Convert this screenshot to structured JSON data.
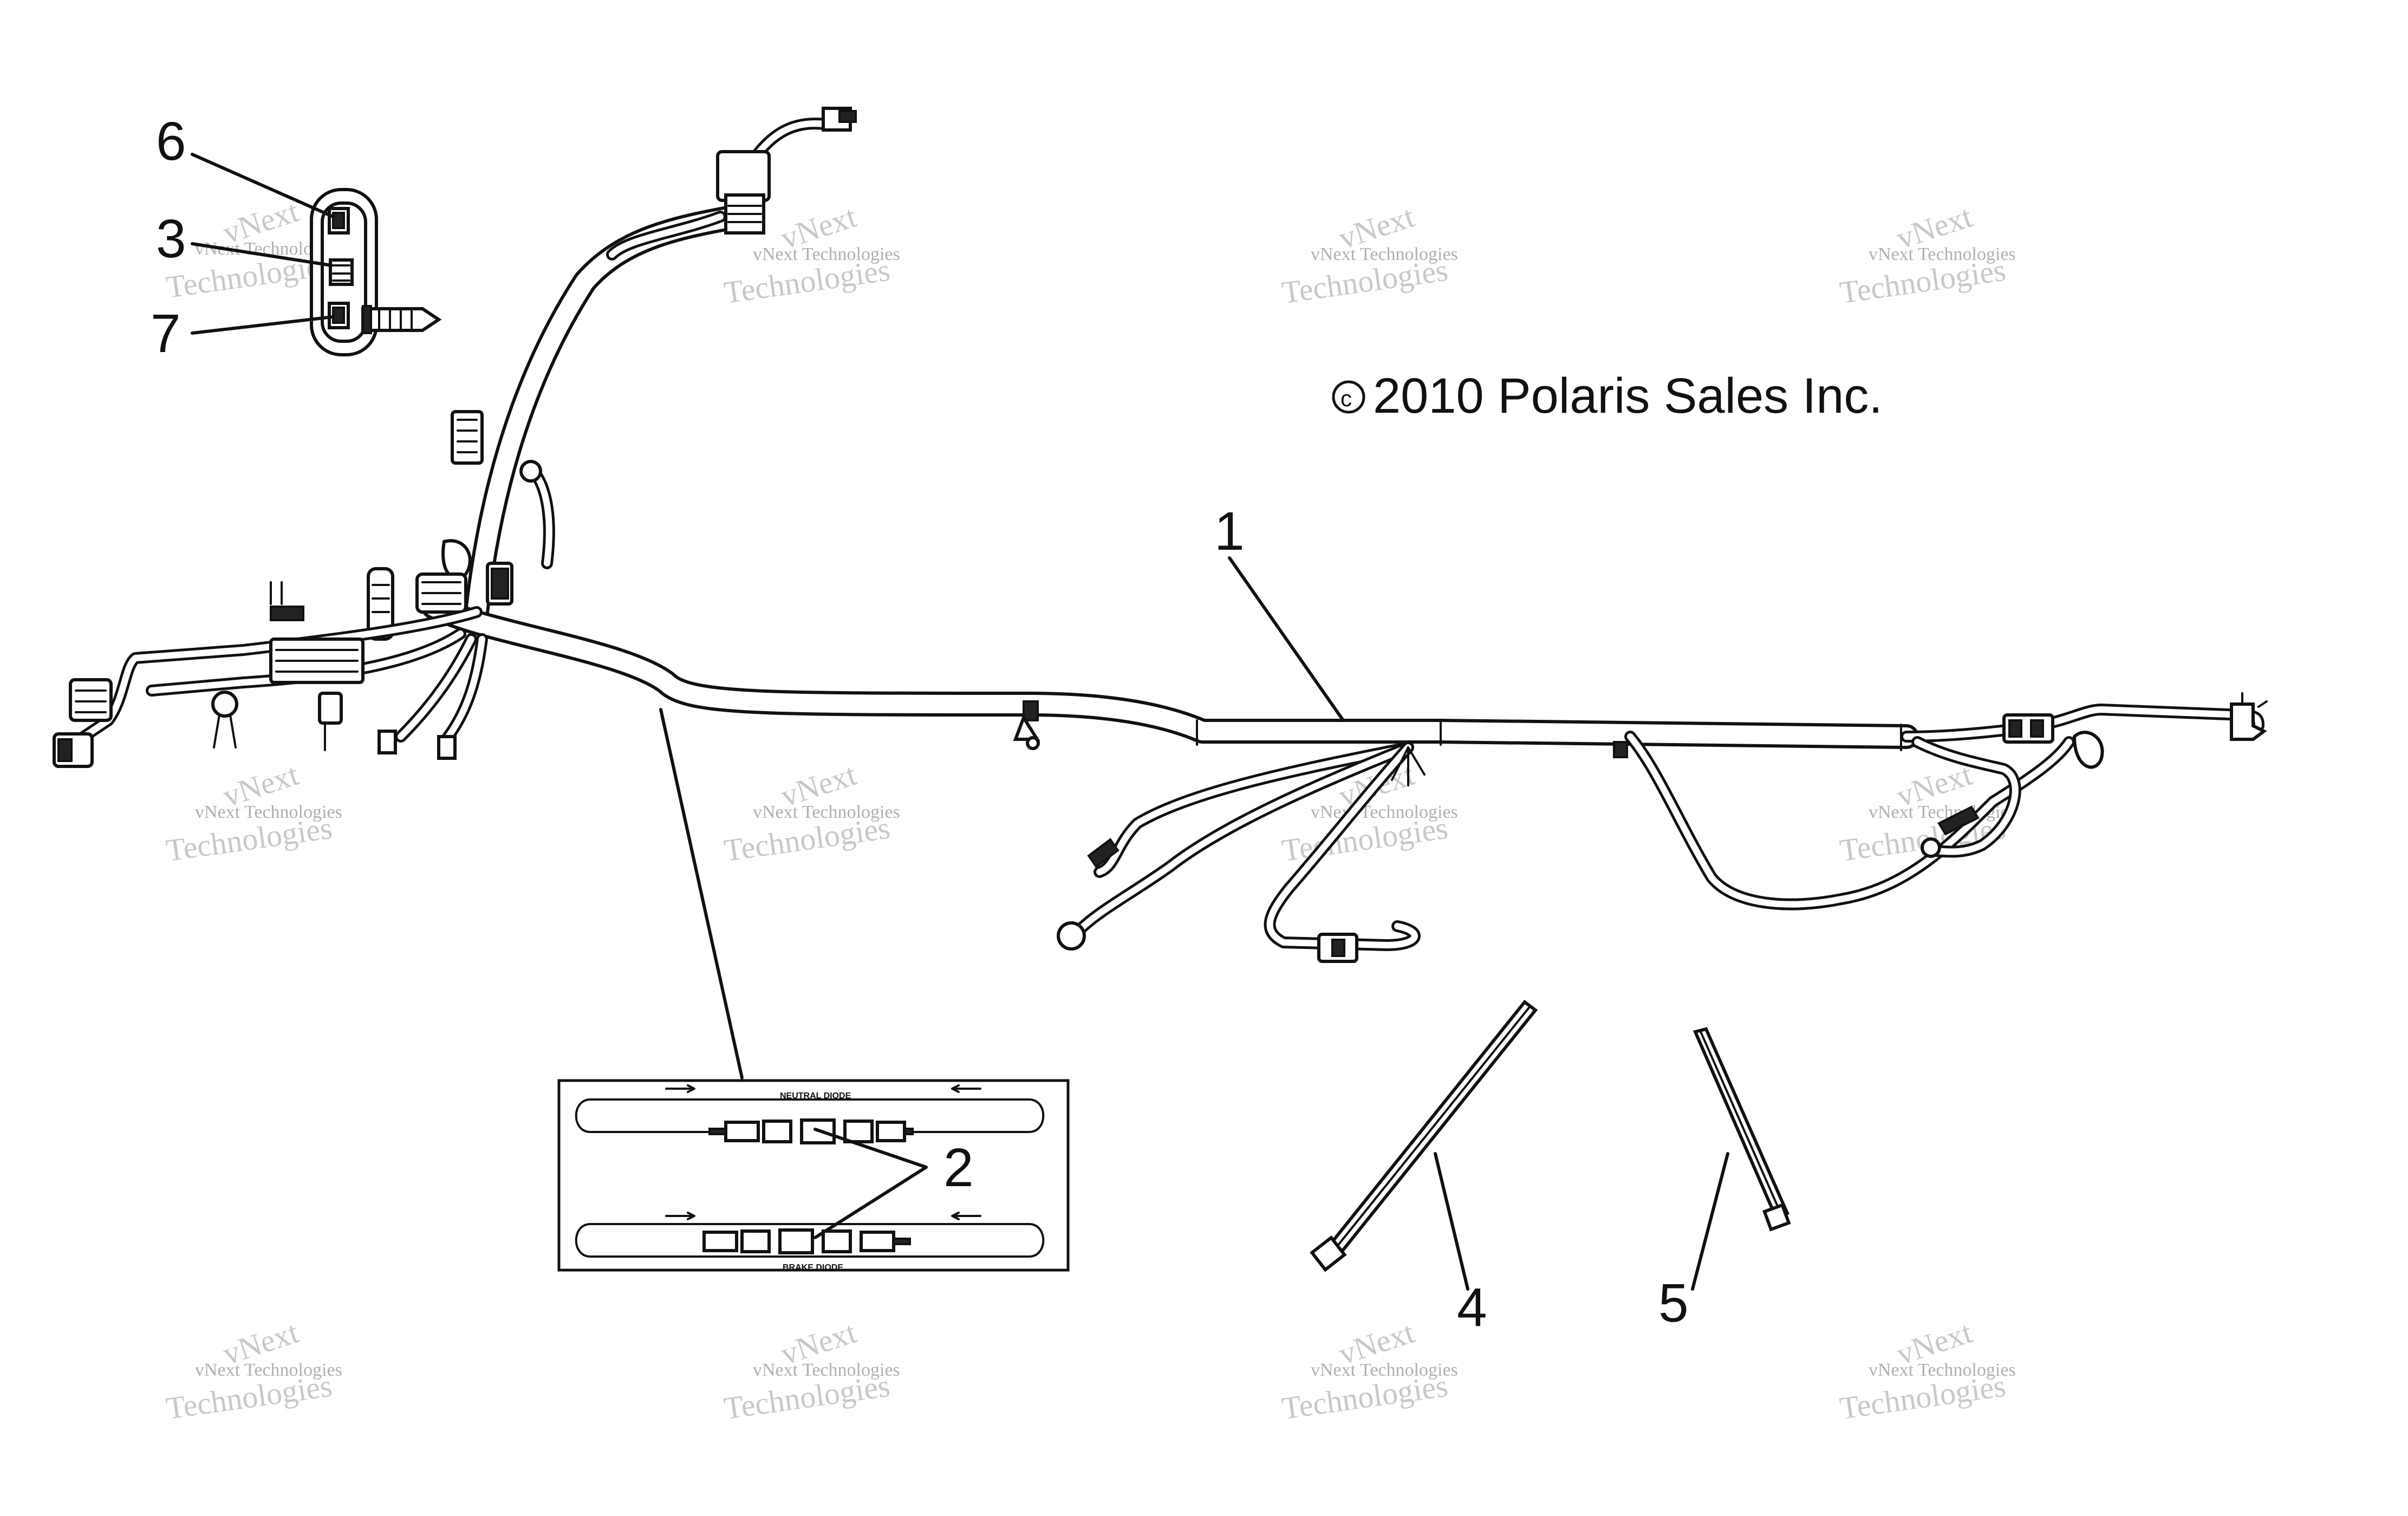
{
  "copyright": "2010 Polaris Sales Inc.",
  "copyright_symbol": "c",
  "callouts": [
    "1",
    "2",
    "3",
    "4",
    "5",
    "6",
    "7"
  ],
  "inset": {
    "top_label": "NEUTRAL DIODE",
    "bottom_label": "BRAKE DIODE"
  },
  "watermark": {
    "line1": "vNext Technologies",
    "line2a": "vNext",
    "line2b": "Technologies"
  }
}
